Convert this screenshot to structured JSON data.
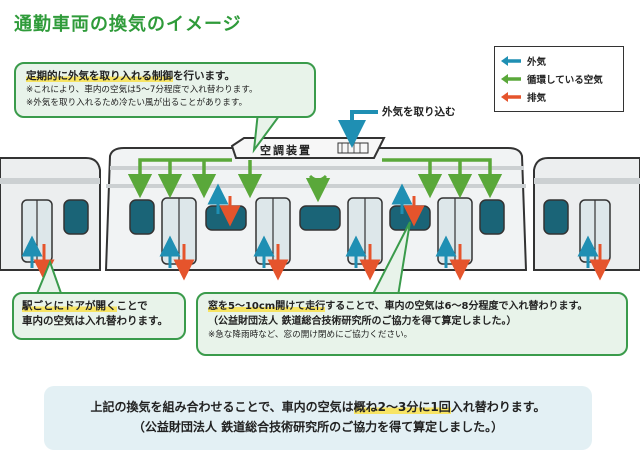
{
  "title": "通勤車両の換気のイメージ",
  "callout_top": {
    "line1_highlight": "定期的に外気を取り入れる制御",
    "line1_rest": "を行います。",
    "note1": "※これにより、車内の空気は5～7分程度で入れ替わります。",
    "note2": "※外気を取り入れるため冷たい風が出ることがあります。"
  },
  "legend": {
    "items": [
      {
        "label": "外気",
        "color": "#1f8fb3"
      },
      {
        "label": "循環している空気",
        "color": "#5aa83a"
      },
      {
        "label": "排気",
        "color": "#e5542c"
      }
    ]
  },
  "aircon_label": "空調装置",
  "outside_air_label": "外気を取り込む",
  "callout_door": {
    "line1_highlight": "駅ごとにドアが開く",
    "line1_rest": "ことで",
    "line2": "車内の空気は入れ替わります。"
  },
  "callout_window": {
    "line1_highlight": "窓を5～10cm開けて走行",
    "line1_rest": "することで、車内の空気は6～8分程度で入れ替わります。",
    "line2": "（公益財団法人 鉄道総合技術研究所のご協力を得て算定しました。）",
    "note": "※急な降雨時など、窓の開け閉めにご協力ください。"
  },
  "summary": {
    "line1_pre": "上記の換気を組み合わせることで、車内の空気は",
    "line1_highlight": "概ね2～3分に1回",
    "line1_post": "入れ替わります。",
    "line2": "（公益財団法人 鉄道総合技術研究所のご協力を得て算定しました。）"
  },
  "colors": {
    "accent_green": "#2f9b3a",
    "bubble_bg": "#e8f3ea",
    "outside_air": "#1f8fb3",
    "circulating_air": "#5aa83a",
    "exhaust": "#e5542c",
    "highlight": "#f7e463",
    "summary_bg": "#e3f0f4"
  }
}
